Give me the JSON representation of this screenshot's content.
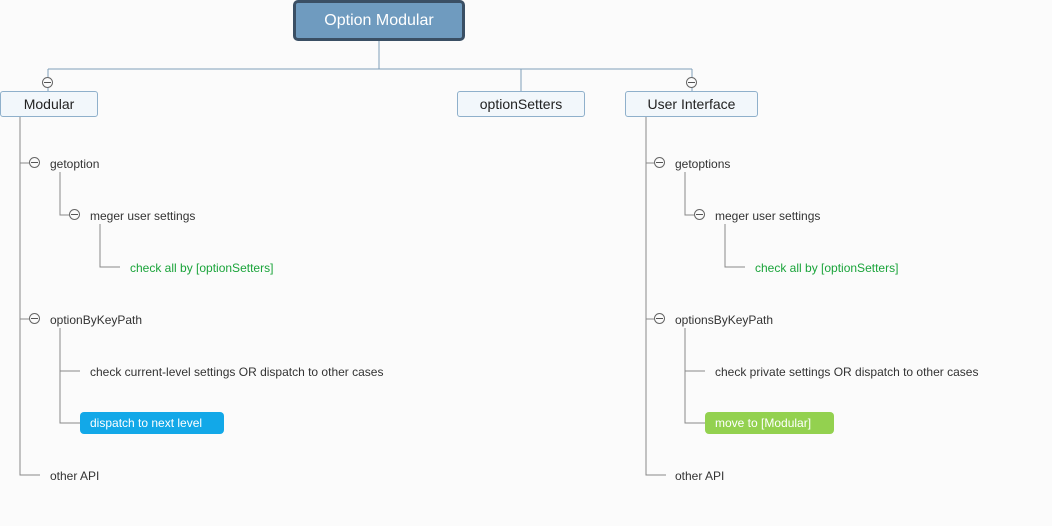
{
  "root": {
    "label": "Option Modular"
  },
  "modular": {
    "label": "Modular",
    "getoption": {
      "label": "getoption",
      "meger": {
        "label": "meger user settings",
        "check": "check all by [optionSetters]"
      }
    },
    "option_by_key_path": {
      "label": "optionByKeyPath",
      "check": "check current-level settings OR dispatch to other cases",
      "dispatch": "dispatch to next level"
    },
    "other_api": "other API"
  },
  "option_setters": {
    "label": "optionSetters"
  },
  "user_interface": {
    "label": "User Interface",
    "getoptions": {
      "label": "getoptions",
      "meger": {
        "label": "meger user settings",
        "check": "check all by [optionSetters]"
      }
    },
    "options_by_key_path": {
      "label": "optionsByKeyPath",
      "check": "check private settings OR dispatch to other cases",
      "move": "move to [Modular]"
    },
    "other_api": "other API"
  },
  "colors": {
    "root_fill": "#6f9bbf",
    "root_border": "#3a4f64",
    "branch_border": "#8fb0cb",
    "connector": "#7f9fba",
    "green_text": "#1aa43a",
    "badge_blue": "#12a8e8",
    "badge_green": "#93d14f"
  },
  "icons": {
    "toggle": "collapse-minus-icon"
  }
}
